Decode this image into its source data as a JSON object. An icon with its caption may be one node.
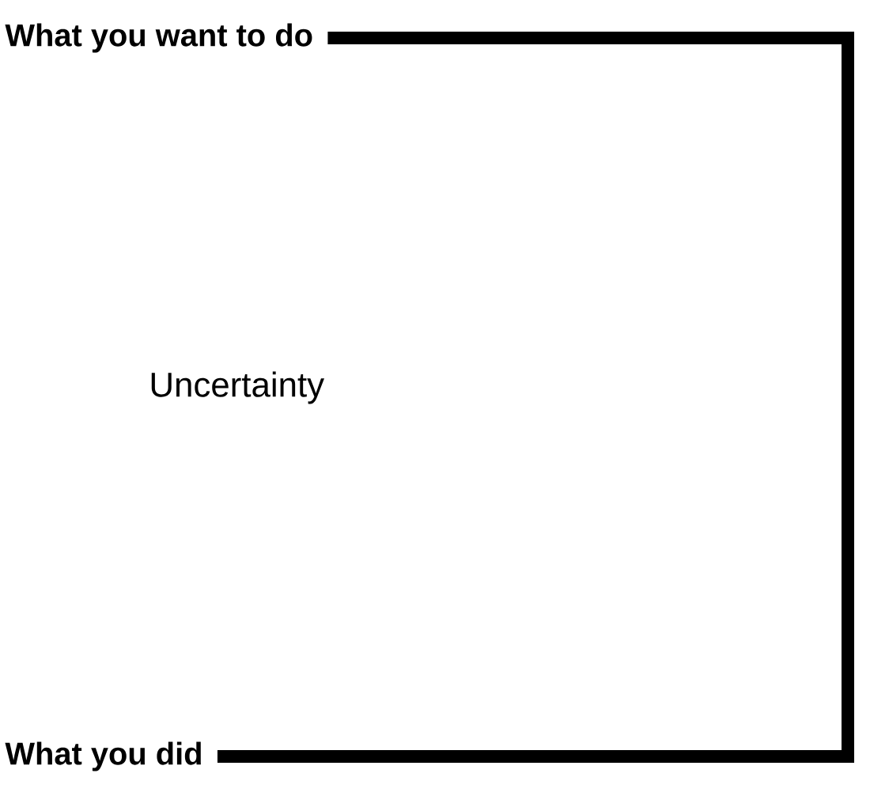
{
  "diagram": {
    "nodes": [
      {
        "text": [
          "What you want to do"
        ]
      },
      {
        "text": [
          "What you did"
        ]
      }
    ],
    "edges": [
      {
        "from": 0,
        "to": 1,
        "arrow": "none"
      }
    ],
    "labels": [
      "Uncertainty"
    ]
  }
}
